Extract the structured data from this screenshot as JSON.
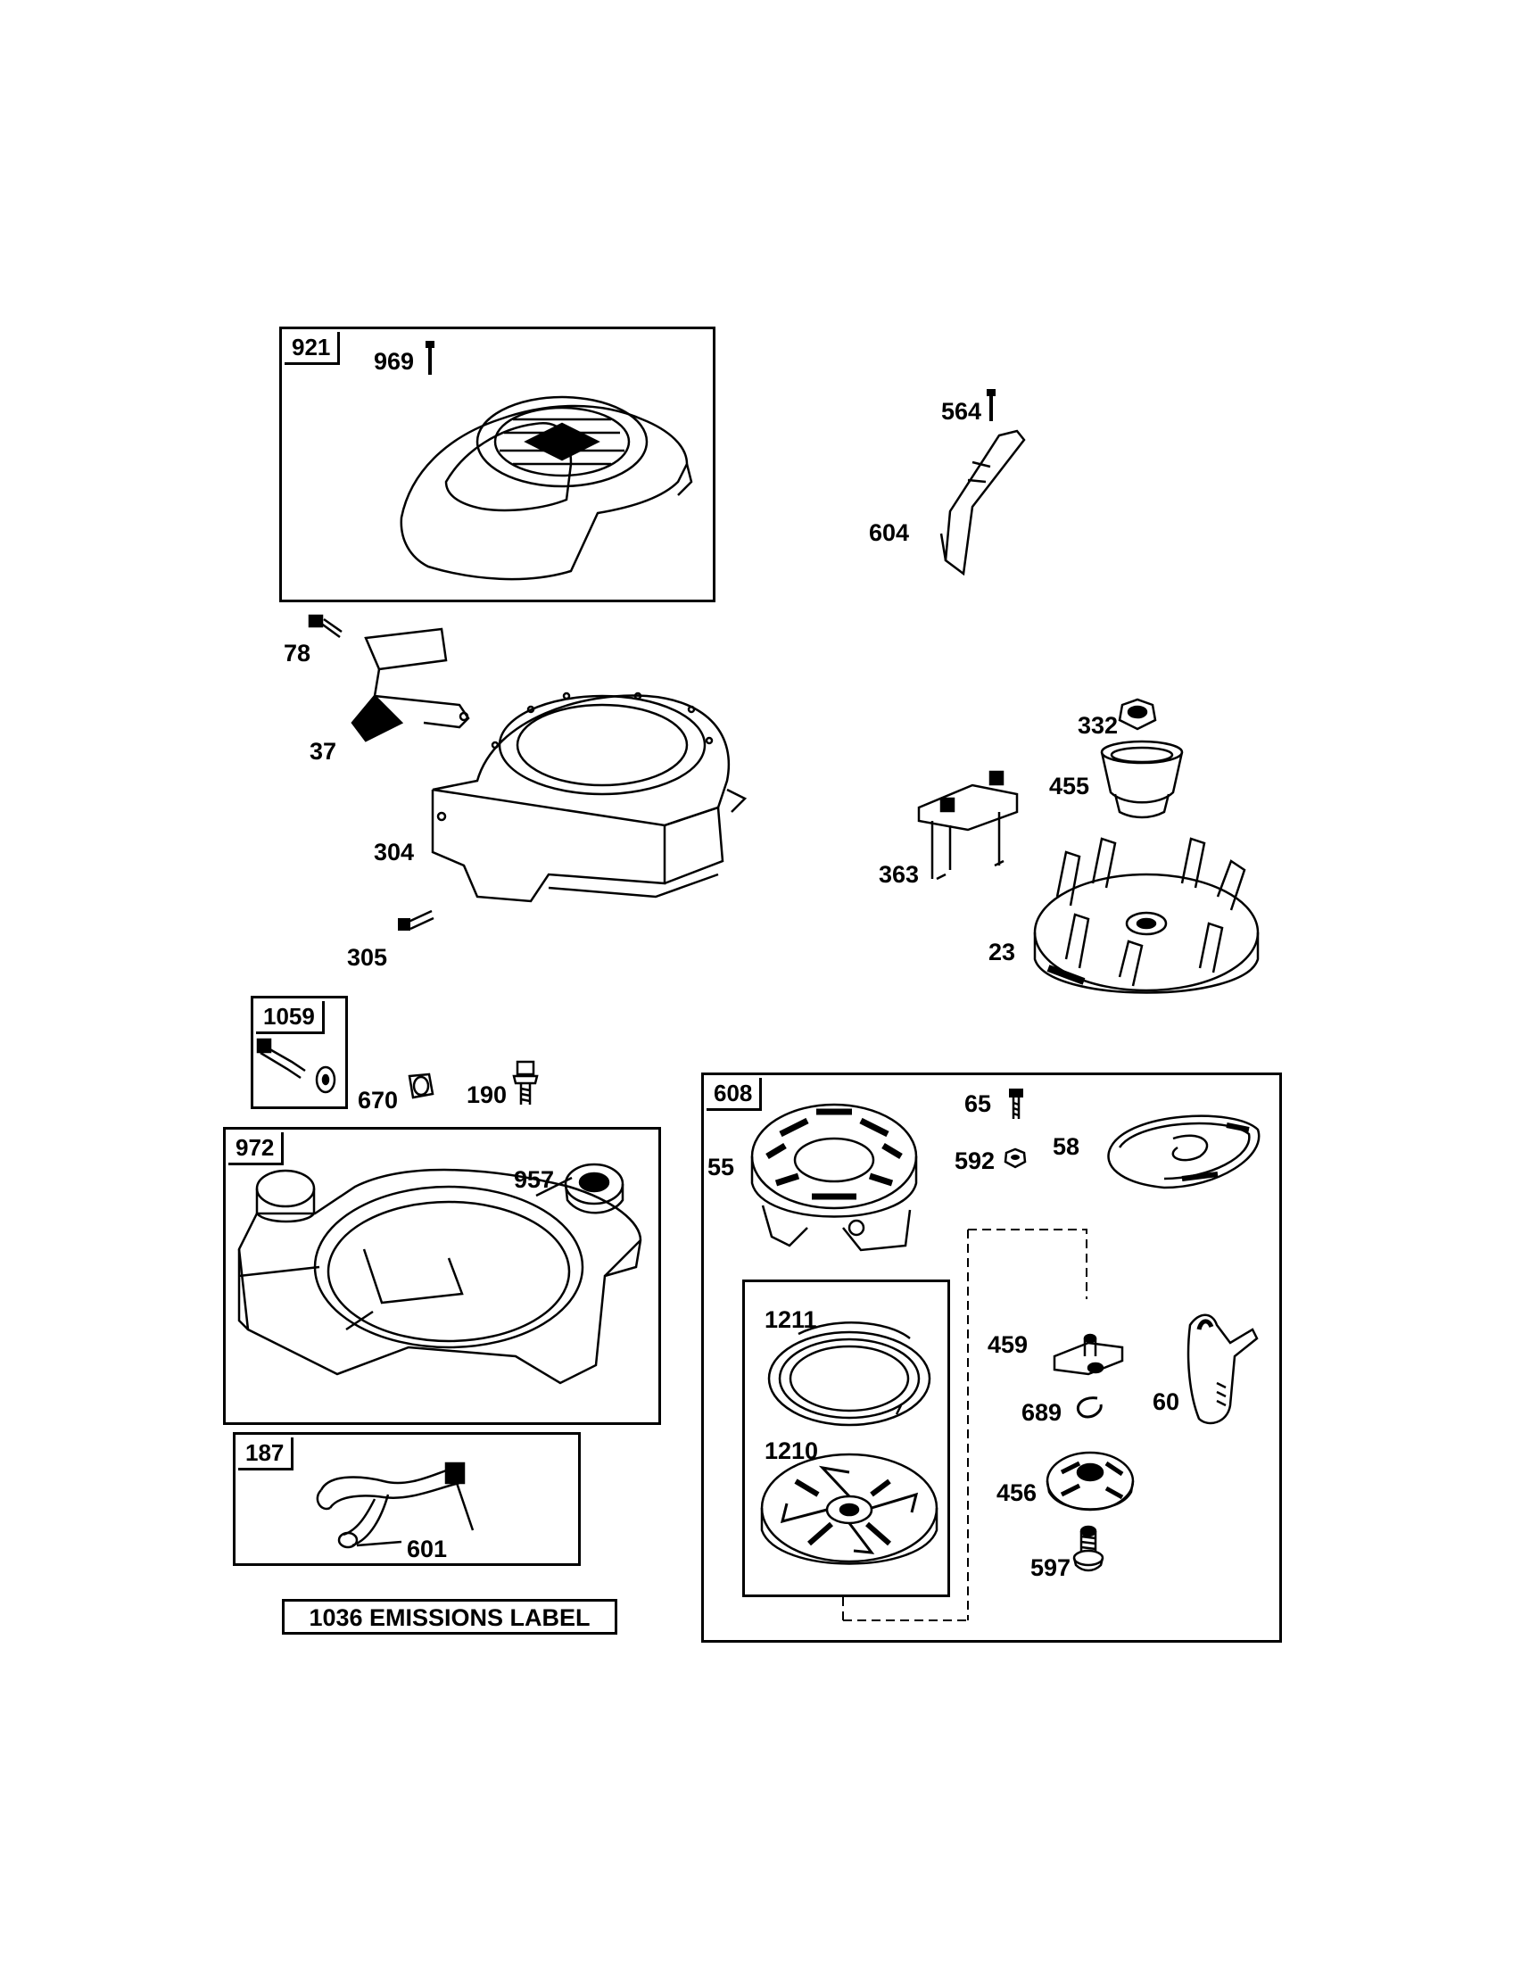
{
  "groups": {
    "g921": "921",
    "g1059": "1059",
    "g972": "972",
    "g187": "187",
    "g608": "608"
  },
  "parts": {
    "p969": "969",
    "p564": "564",
    "p604": "604",
    "p78": "78",
    "p37": "37",
    "p304": "304",
    "p305": "305",
    "p332": "332",
    "p455": "455",
    "p363": "363",
    "p23": "23",
    "p670": "670",
    "p190": "190",
    "p957": "957",
    "p601": "601",
    "p55": "55",
    "p65": "65",
    "p592": "592",
    "p58": "58",
    "p1211": "1211",
    "p1210": "1210",
    "p459": "459",
    "p689": "689",
    "p60": "60",
    "p456": "456",
    "p597": "597"
  },
  "emissions_label": "1036 EMISSIONS LABEL"
}
